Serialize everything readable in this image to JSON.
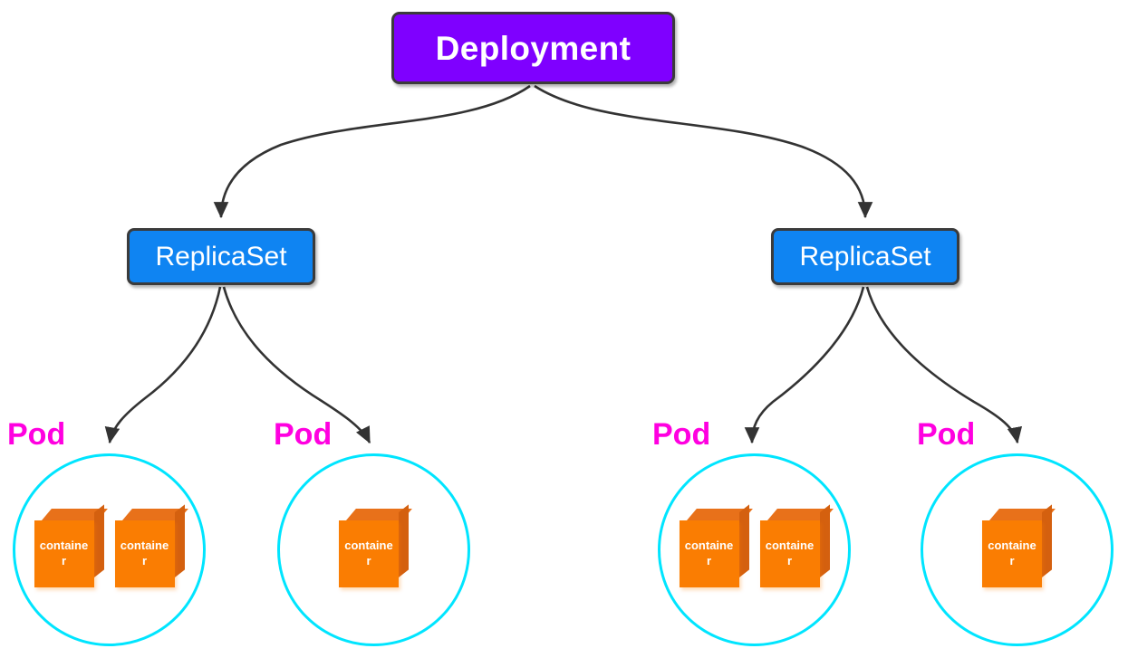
{
  "diagram": {
    "title": "Kubernetes Deployment Hierarchy",
    "background": "#FFFFFF"
  },
  "colors": {
    "deployment_fill": "#7F00FF",
    "replicaset_fill": "#0F84F2",
    "pod_stroke": "#00E5FF",
    "pod_label": "#FF00E0",
    "container_fill": "#FA7D02",
    "container_top": "#E8711A",
    "container_side": "#D4600F",
    "node_border": "#3B3B3B",
    "edge_stroke": "#333333",
    "node_text": "#FFFFFF"
  },
  "nodes": {
    "deployment": {
      "label": "Deployment"
    },
    "replicasets": [
      {
        "id": "replicaset-left",
        "label": "ReplicaSet"
      },
      {
        "id": "replicaset-right",
        "label": "ReplicaSet"
      }
    ],
    "pods": [
      {
        "id": "pod-1",
        "label": "Pod",
        "parent": "replicaset-left",
        "containers": [
          {
            "label": "container"
          },
          {
            "label": "container"
          }
        ]
      },
      {
        "id": "pod-2",
        "label": "Pod",
        "parent": "replicaset-left",
        "containers": [
          {
            "label": "container"
          }
        ]
      },
      {
        "id": "pod-3",
        "label": "Pod",
        "parent": "replicaset-right",
        "containers": [
          {
            "label": "container"
          },
          {
            "label": "container"
          }
        ]
      },
      {
        "id": "pod-4",
        "label": "Pod",
        "parent": "replicaset-right",
        "containers": [
          {
            "label": "container"
          }
        ]
      }
    ]
  },
  "edges": [
    {
      "from": "deployment",
      "to": "replicaset-left",
      "style": "curved-arrow"
    },
    {
      "from": "deployment",
      "to": "replicaset-right",
      "style": "curved-arrow"
    },
    {
      "from": "replicaset-left",
      "to": "pod-1",
      "style": "curved-arrow"
    },
    {
      "from": "replicaset-left",
      "to": "pod-2",
      "style": "curved-arrow"
    },
    {
      "from": "replicaset-right",
      "to": "pod-3",
      "style": "curved-arrow"
    },
    {
      "from": "replicaset-right",
      "to": "pod-4",
      "style": "curved-arrow"
    }
  ]
}
